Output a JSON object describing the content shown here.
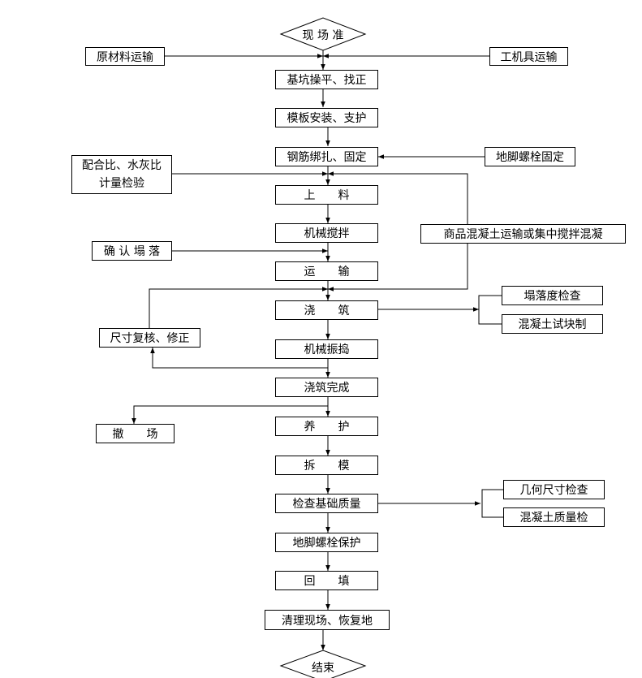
{
  "flow": {
    "start": "现 场 准",
    "raw_materials": "原材料运输",
    "tools": "工机具运输",
    "excavation": "基坑操平、找正",
    "formwork": "模板安装、支护",
    "rebar": "钢筋绑扎、固定",
    "anchor_bolt_fix": "地脚螺栓固定",
    "mix_ratio_line1": "配合比、水灰比",
    "mix_ratio_line2": "计量检验",
    "loading": "上　　料",
    "mixing": "机械搅拌",
    "commercial_concrete": "商品混凝土运输或集中搅拌混凝",
    "confirm_slump": "确 认 塌 落",
    "transport": "运　　输",
    "pouring": "浇　　筑",
    "slump_check": "塌落度检查",
    "test_block": "混凝土试块制",
    "size_check_fix": "尺寸复核、修正",
    "vibration": "机械振捣",
    "pour_complete": "浇筑完成",
    "evacuate": "撤　　场",
    "curing": "养　　护",
    "demold": "拆　　模",
    "foundation_check": "检查基础质量",
    "geometry_check": "几何尺寸检查",
    "concrete_quality": "混凝土质量检",
    "bolt_protect": "地脚螺栓保护",
    "backfill": "回　　填",
    "cleanup": "清理现场、恢复地",
    "end": "结束"
  }
}
